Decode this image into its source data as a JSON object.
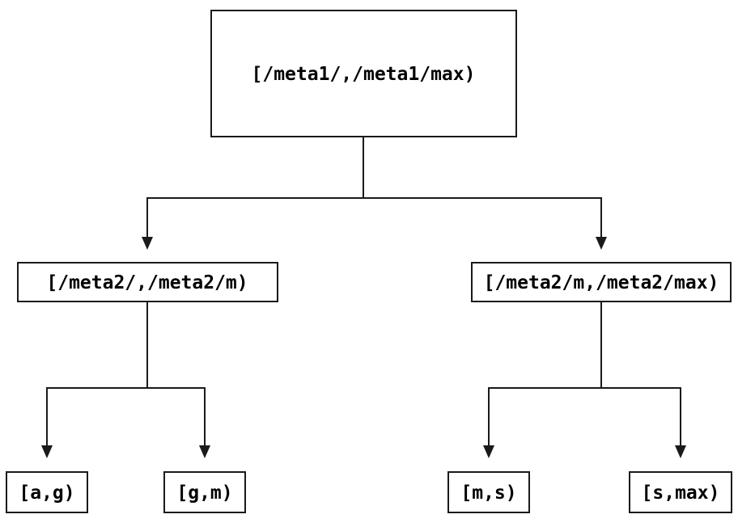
{
  "diagram": {
    "type": "tree",
    "description": "Interval range partition tree diagram",
    "nodes": {
      "root": {
        "label": "[/meta1/,/meta1/max)"
      },
      "left": {
        "label": "[/meta2/,/meta2/m)"
      },
      "right": {
        "label": "[/meta2/m,/meta2/max)"
      },
      "leaf_ag": {
        "label": "[a,g)"
      },
      "leaf_gm": {
        "label": "[g,m)"
      },
      "leaf_ms": {
        "label": "[m,s)"
      },
      "leaf_smax": {
        "label": "[s,max)"
      }
    },
    "edges": [
      {
        "from": "root",
        "to": "left"
      },
      {
        "from": "root",
        "to": "right"
      },
      {
        "from": "left",
        "to": "leaf_ag"
      },
      {
        "from": "left",
        "to": "leaf_gm"
      },
      {
        "from": "right",
        "to": "leaf_ms"
      },
      {
        "from": "right",
        "to": "leaf_smax"
      }
    ],
    "colors": {
      "background": "#ffffff",
      "line": "#1a1a1a",
      "box_border": "#1a1a1a",
      "text": "#000000"
    }
  }
}
